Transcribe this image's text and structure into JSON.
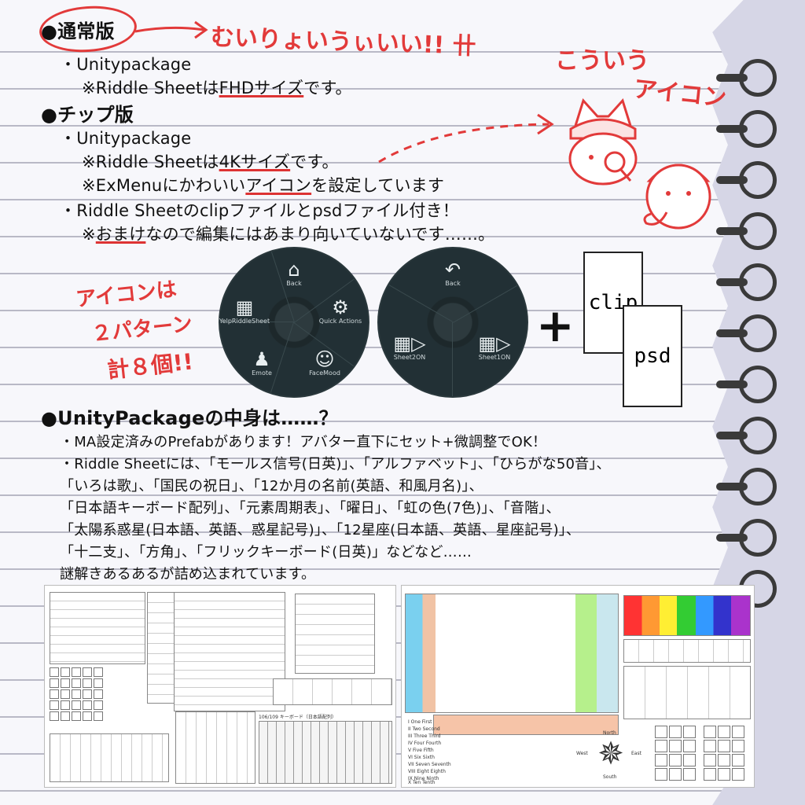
{
  "lines": {
    "standard_heading": "●通常版",
    "standard_item": "・Unitypackage",
    "standard_note_pre": "※Riddle Sheetは",
    "standard_note_ul": "FHDサイズ",
    "standard_note_post": "です。",
    "chip_heading": "●チップ版",
    "chip_item": "・Unitypackage",
    "chip_note1_pre": "※Riddle Sheetは",
    "chip_note1_ul": "4Kサイズ",
    "chip_note1_post": "です。",
    "chip_note2_pre": "※ExMenuにかわいい",
    "chip_note2_ul": "アイコン",
    "chip_note2_post": "を設定しています",
    "chip_item2": "・Riddle Sheetのclipファイルとpsdファイル付き！",
    "chip_note3_pre": "※",
    "chip_note3_ul": "おまけ",
    "chip_note3_post": "なので編集にはあまり向いていないです……。"
  },
  "handwriting": {
    "hw1": "むいりょいうぃいい!! 卄",
    "hw2": "こういう",
    "hw3": "アイコン",
    "hw4": "アイコンは",
    "hw5": "２パターン",
    "hw6": "計８個!!"
  },
  "menu1": {
    "back": "Back",
    "left": "YelpRiddleSheet",
    "right": "Quick Actions",
    "bottom_left": "Emote",
    "bottom_right": "FaceMood"
  },
  "menu2": {
    "back": "Back",
    "left": "Sheet2ON",
    "right": "Sheet1ON"
  },
  "files": {
    "clip": "clip",
    "psd": "psd"
  },
  "contents": {
    "heading": "●UnityPackageの中身は……？",
    "l1": "・MA設定済みのPrefabがあります！アバター直下にセット+微調整でOK！",
    "l2": "・Riddle Sheetには、「モールス信号(日英)」、「アルファベット」、「ひらがな50音」、",
    "l3": "「いろは歌」、「国民の祝日」、「12か月の名前(英語、和風月名)」、",
    "l4": "「日本語キーボード配列」、「元素周期表」、「曜日」、「虹の色(7色)」、「音階」、",
    "l5": "「太陽系惑星(日本語、英語、惑星記号)」、「12星座(日本語、英語、星座記号)」、",
    "l6": "「十二支」、「方角」、「フリックキーボード(日英)」などなど……",
    "l7": "謎解きあるあるが詰め込まれています。"
  },
  "sheets": {
    "left_caption": "106/109 キーボード（日本語配列）",
    "right_numbers": [
      "I One First",
      "II Two Second",
      "III Three Third",
      "IV Four Fourth",
      "V Five Fifth",
      "VI Six Sixth",
      "VII Seven Seventh",
      "VIII Eight Eighth",
      "IX Nine Ninth",
      "X Ten Tenth"
    ],
    "compass_n": "North",
    "compass_s": "South",
    "compass_e": "East",
    "compass_w": "West"
  }
}
